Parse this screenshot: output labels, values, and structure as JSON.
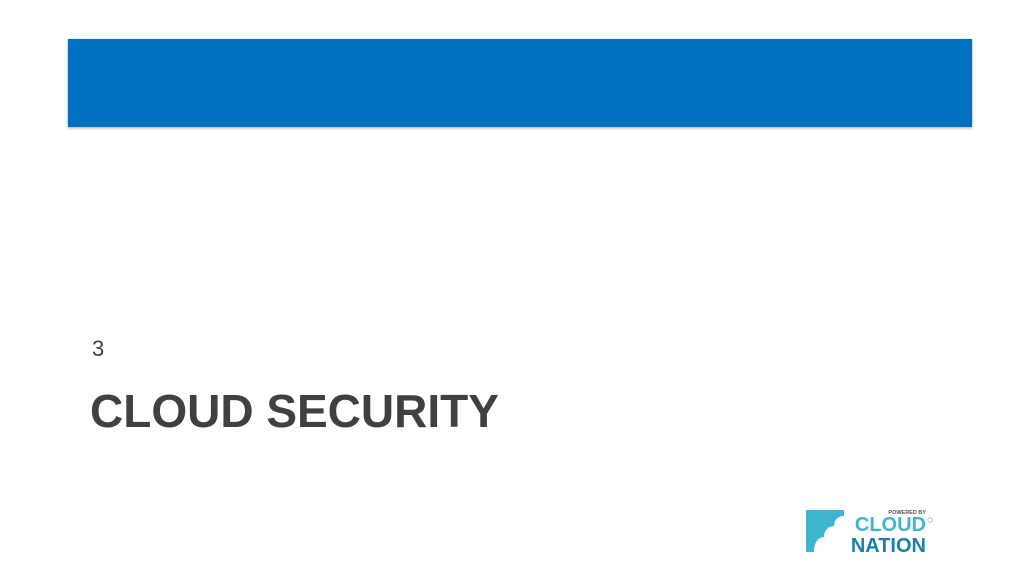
{
  "slide": {
    "number": "3",
    "title": "CLOUD SECURITY"
  },
  "logo": {
    "powered_by": "POWERED BY",
    "line1": "CLOUD",
    "line2": "NATION",
    "icon": "cloud-flag-icon"
  },
  "colors": {
    "banner": "#0070C0",
    "title_text": "#404040",
    "logo_teal": "#3FB6CF",
    "logo_dark": "#1D7FA8"
  }
}
